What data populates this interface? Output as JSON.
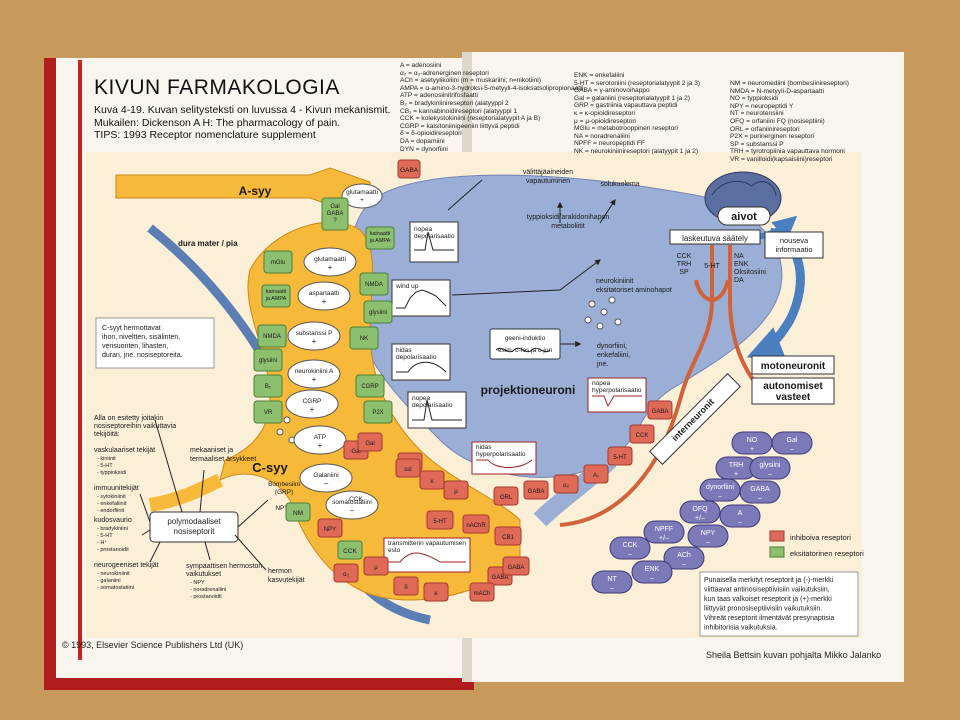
{
  "header": {
    "title": "KIVUN FARMAKOLOGIA",
    "lines": [
      "Kuva 4-19. Kuvan selitysteksti on luvussa 4 - Kivun mekanismit.",
      "Mukailen: Dickenson A H: The pharmacology of pain.",
      "TIPS: 1993 Receptor nomenclature supplement"
    ]
  },
  "abbreviations": {
    "col1": [
      "A = adenosiini",
      "α₂ = α₂-adrenerginen reseptori",
      "ACh = asetyylikoliini (m = muskariini; n=nikotiini)",
      "AMPA = α-amino-3-hydroksi-5-metyyli-4-isoksatsolipropionaatti",
      "ATP = adenosiinitrifosfaatti",
      "B₂ = bradykiniinireseptori (alatyyppi 2",
      "CB₁ = kannabinoidireseptori (alatyyppi 1",
      "CCK = kolekystokiniini (reseptorialatyypit A ja B)",
      "CGRP = kalsitoniinigeeniin liittyvä peptidi",
      "δ = δ-opioidireseptori",
      "DA = dopamiini",
      "DYN = dynorfiini"
    ],
    "col2": [
      "ENK = enkefaliini",
      "5-HT = serotoniini (reseptorialatyypit 2 ja 3)",
      "GABA = γ-aminovoihappo",
      "Gal = galaniini (reseptorialatyypit 1 ja 2)",
      "GRP = gastriinia vapauttava peptidi",
      "κ = κ-opioidireseptori",
      "μ = μ-opioidireseptori",
      "MGlu = metabotrooppinen reseptori",
      "NA = noradrenaliini",
      "NPFF = neuropeptidi FF",
      "NK = neurokiniinireseptori (alatyypit 1 ja 2)"
    ],
    "col3": [
      "NM = neuromediini (bombesiinireseptori)",
      "NMDA = N-metyyli-D-aspartaatti",
      "NO = typpioksidi",
      "NPY = neuropeptidi Y",
      "NT = neurotensiini",
      "OFQ = orfaniini FQ (nosiseptiini)",
      "ORL = orfaniinireseptori",
      "P2X = purinerginen reseptori",
      "SP = substanssi P",
      "TRH = tyrotropiinia vapauttava hormoni",
      "VR = vanilloidi(kapsaisiini)reseptori"
    ]
  },
  "diagram": {
    "a_fiber": "A-syy",
    "c_fiber": "C-syy",
    "dura": "dura mater / pia",
    "projection_neuron": "projektioneuroni",
    "interneuron": "interneuronit",
    "brain": "aivot",
    "descending": "laskeutuva säätely",
    "ascending": [
      "nouseva",
      "informaatio"
    ],
    "motor": "motoneuronit",
    "autonomic": [
      "autonomiset",
      "vasteet"
    ],
    "desc_left": [
      "CCK",
      "TRH",
      "SP"
    ],
    "desc_mid": "5-HT",
    "desc_right": [
      "NA",
      "ENK",
      "Oksitosiini",
      "DA"
    ],
    "cfiber_box": [
      "C-syyt hermottavat",
      "ihon, niveltten, sisälinten,",
      "verisuonten, lihasten,",
      "duran, jne. nosiseptoreita."
    ],
    "factors_title": [
      "Alla on esitetty joitakin",
      "nosiseptoreihin vaikuttavia",
      "tekijöitä:"
    ],
    "vascular_title": "vaskulaariset tekijät",
    "vascular": [
      "- kiniinit",
      "- 5-HT",
      "- typpioksidi"
    ],
    "immune_title": "immuunitekijät",
    "immune": [
      "- sytokiniinit",
      "- enkefaliinit",
      "- endorfiinit"
    ],
    "injury_title": "kudosvaurio",
    "injury": [
      "- bradykiniini",
      "- 5-HT",
      "- H⁺",
      "- prostanoidit"
    ],
    "neuro_title": "neurogeeniset tekijät",
    "neuro": [
      "- neurokiniinit",
      "- galaniini",
      "- somatostatiini"
    ],
    "mech": [
      "mekaaniset ja",
      "termaaliset ärsykkeet"
    ],
    "symp_title": [
      "sympaattisen hermoston",
      "vaikutukset"
    ],
    "symp": [
      "- NPY",
      "- noradrenaliini",
      "- prostanoidit"
    ],
    "growth": [
      "hermon",
      "kasvutekijät"
    ],
    "polymodal": [
      "polymodaaliset",
      "nosiseptorit"
    ],
    "top_left_text": [
      "välittäjäaineiden",
      "vapautuminen"
    ],
    "top_right_text": "solukuolema",
    "top_mid_text": [
      "typpioksidi/arakidonihapon",
      "metaboliitit"
    ],
    "neurokinin_text": [
      "neurokiniinit",
      "eksitatoriset aminohapot"
    ],
    "gene_box": [
      "geeni-induktio",
      "esim. c-fos ja c-jun"
    ],
    "dyn_text": [
      "dynorfiini,",
      "enkefaliini,",
      "jne."
    ],
    "fast_depol": [
      "nopea",
      "depolarisaatio"
    ],
    "wind_up": "wind up",
    "slow_depol": [
      "hidas",
      "depolarisaatio"
    ],
    "fast_depol2": [
      "nopea",
      "depolarisaatio"
    ],
    "fast_hyper": [
      "nopea",
      "hyperpolarisaatio"
    ],
    "slow_hyper": [
      "hidas",
      "hyperpolarisaatio"
    ],
    "release_block": [
      "transmitterin vapautumisen",
      "esto"
    ],
    "vesicles": [
      "glutamaatti +",
      "aspartaatti +",
      "substanssi P +",
      "neurokiniini A +",
      "CGRP +",
      "ATP +",
      "Galaniini –",
      "somatostatiini –"
    ],
    "gal_gaba": [
      "Gal",
      "GABA",
      "?"
    ],
    "glut_top": [
      "glutamaatti",
      "+"
    ],
    "green_left": [
      "mGlu",
      "kainaatti ja AMPA",
      "NMDA",
      "glysiini",
      "B₂",
      "VR"
    ],
    "green_post": [
      "kainaatti ja AMPA",
      "NMDA",
      "glysiini",
      "NK",
      "CGRP",
      "P2X"
    ],
    "gaba_top": "GABA",
    "bombesin": [
      "Bombesiini",
      "(GRP)"
    ],
    "lower_c": [
      "NPY",
      "CCK",
      "NM",
      "CCK"
    ],
    "red_c": [
      "NPY",
      "Gal",
      "sst",
      "α₂",
      "μ",
      "δ",
      "κ",
      "GABA",
      "mACh"
    ],
    "red_chain": [
      "Gal",
      "sst",
      "κ",
      "μ",
      "ORL",
      "GABA",
      "α₂",
      "A₁",
      "5-HT",
      "CCK",
      "GABA"
    ],
    "red_lower": [
      "5-HT",
      "nAChR",
      "CB1",
      "GABA"
    ],
    "inter_cells": [
      "NO",
      "Gal",
      "TRH",
      "glysiini",
      "dynorfiini",
      "GABA",
      "OFQ",
      "A",
      "NPFF",
      "NPY",
      "ACh",
      "CCK",
      "ENK",
      "NT"
    ],
    "signs": [
      "+",
      "–",
      "+",
      "–",
      "–",
      "–",
      "+/–",
      "–",
      "+/–",
      "–",
      "–",
      "–",
      "–",
      "–"
    ],
    "legend": [
      "inhiboiva reseptori",
      "eksitatorinen reseptori"
    ],
    "note": [
      "Punaisella merkityt reseptorit ja (-)-merkki",
      "viittaavat antinosiseptiivisiin vaikutuksiin,",
      "kun taas valkoiset reseptorit ja (+)-merkki",
      "liittyvät pronosiseptiivisiin vaikutuksiin.",
      "Vihreät reseptorit ilmentävät presynaptisia",
      "inhibitorisia vaikutuksia."
    ],
    "colors": {
      "yellow": "#f7b93a",
      "blue": "#9aaed6",
      "red": "#e06a58",
      "green": "#8cbf6e",
      "purple": "#7c79b8",
      "orange": "#d0633a",
      "page": "#fbf4e4"
    }
  },
  "footer": {
    "copyright": "© 1993, Elsevier Science Publishers Ltd (UK)",
    "credit": "Sheila Bettsin kuvan pohjalta Mikko Jalanko"
  }
}
